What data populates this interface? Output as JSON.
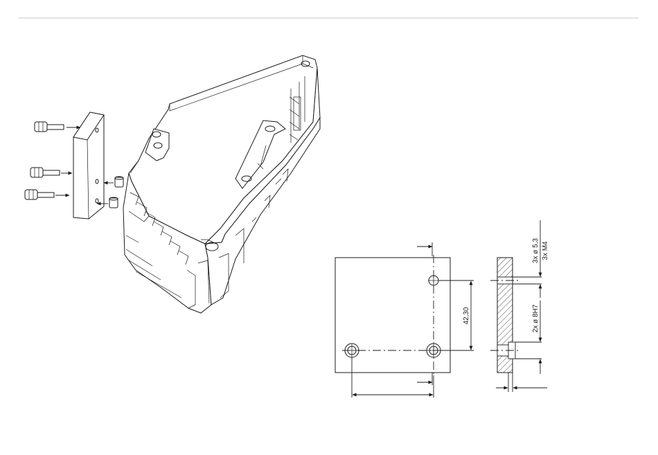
{
  "drawing": {
    "dimension_height": "42,30",
    "hole_label_1": "3x ø 5,3",
    "hole_label_2": "3x M4",
    "pin_label": "2x ø 8H7"
  }
}
